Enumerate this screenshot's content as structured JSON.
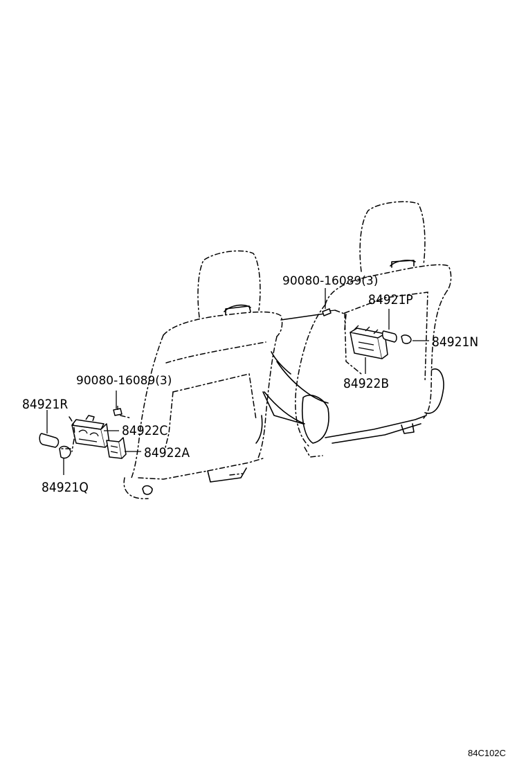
{
  "diagram_code": "84C102C",
  "callouts": {
    "bolt_right": "90080-16089(3)",
    "bolt_left": "90080-16089(3)",
    "p_84921R": "84921R",
    "p_84921Q": "84921Q",
    "p_84922C": "84922C",
    "p_84922A": "84922A",
    "p_84921P": "84921P",
    "p_84921N": "84921N",
    "p_84922B": "84922B"
  }
}
